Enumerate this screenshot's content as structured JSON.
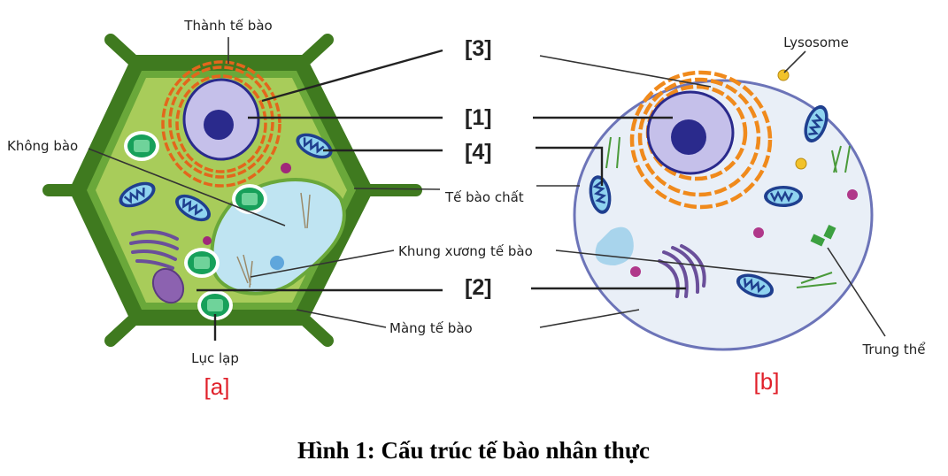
{
  "caption": "Hình 1: Cấu trúc tế bào nhân thực",
  "panel_a": {
    "tag": "[a]",
    "labels": {
      "cell_wall": "Thành tế bào",
      "vacuole": "Không bào",
      "chloroplast": "Lục lạp"
    }
  },
  "panel_b": {
    "tag": "[b]",
    "labels": {
      "lysosome": "Lysosome",
      "centrosome": "Trung thể"
    }
  },
  "shared_labels": {
    "n3": "[3]",
    "n1": "[1]",
    "n4": "[4]",
    "n2": "[2]",
    "cytoplasm": "Tế bào chất",
    "cytoskeleton": "Khung xương tế bào",
    "membrane": "Màng tế bào"
  },
  "colors": {
    "wall": "#3f7a1f",
    "plant_cytoplasm": "#a8cc5a",
    "animal_cytoplasm": "#e9eff7",
    "er": "#f08a1c",
    "nucleus": "#c5c0ea",
    "nucleolus": "#2a2a8c",
    "tag": "#e0202a"
  }
}
